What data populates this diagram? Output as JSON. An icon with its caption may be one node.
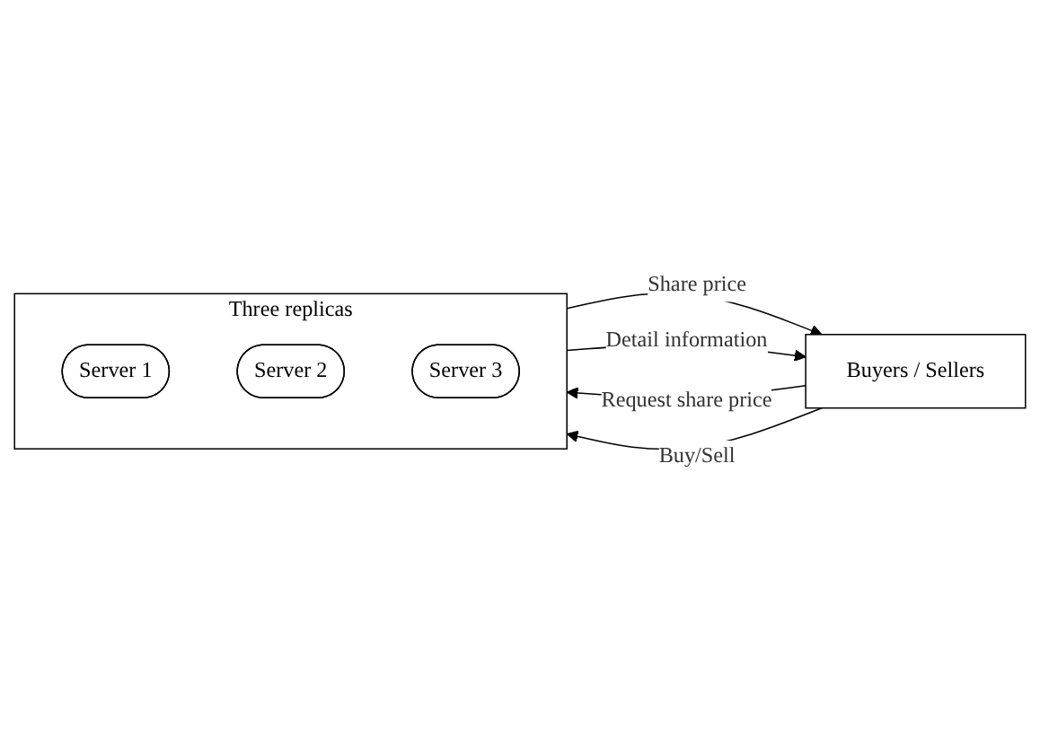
{
  "diagram": {
    "nodes": [
      {
        "text": [
          "Buyers / Sellers"
        ]
      },
      {
        "text": [
          "Three replicas"
        ]
      },
      {
        "text": [
          "Server 1"
        ],
        "in": 1
      },
      {
        "text": [
          "Server 2"
        ],
        "in": 1
      },
      {
        "text": [
          "Server 3"
        ],
        "in": 1
      }
    ],
    "edges": [
      {
        "from": 0,
        "to": 1,
        "arrow": "to",
        "label": "Request share price"
      },
      {
        "from": 1,
        "to": 0,
        "arrow": "to",
        "label": "Share price"
      },
      {
        "from": 0,
        "to": 1,
        "arrow": "to",
        "label": "Buy/Sell"
      },
      {
        "from": 1,
        "to": 0,
        "arrow": "to",
        "label": "Detail information"
      }
    ]
  }
}
